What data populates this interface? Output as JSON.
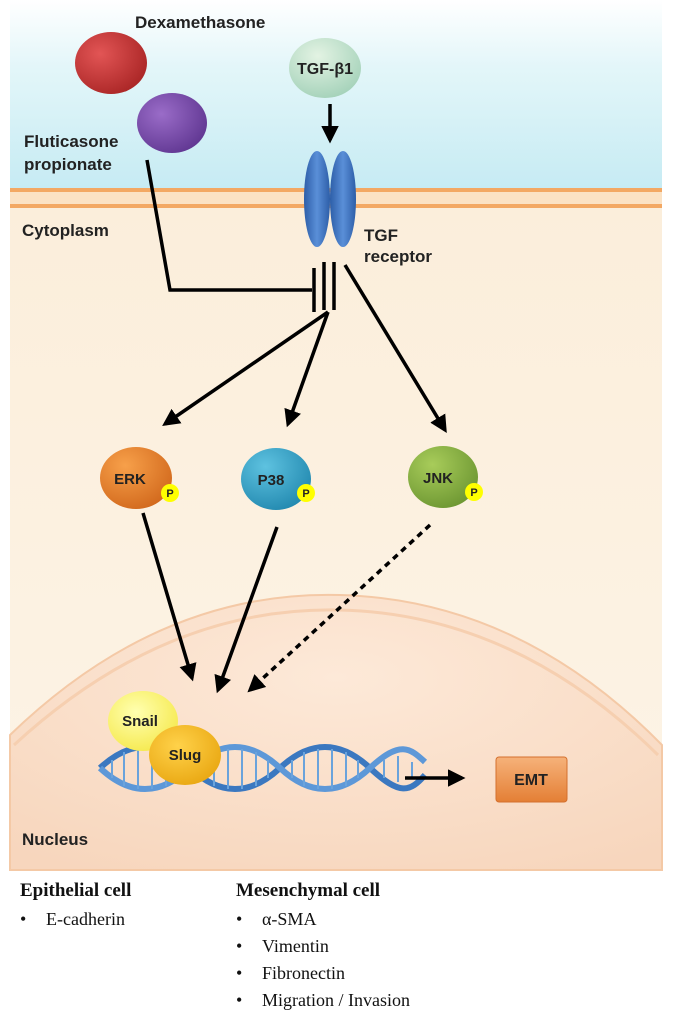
{
  "labels": {
    "dexamethasone": "Dexamethasone",
    "fluticasone_1": "Fluticasone",
    "fluticasone_2": "propionate",
    "tgf_beta1": "TGF-β1",
    "cytoplasm": "Cytoplasm",
    "tgf_receptor_1": "TGF",
    "tgf_receptor_2": "receptor",
    "erk": "ERK",
    "p38": "P38",
    "jnk": "JNK",
    "phospho": "P",
    "snail": "Snail",
    "slug": "Slug",
    "emt": "EMT",
    "nucleus": "Nucleus"
  },
  "legend": {
    "epithelial": {
      "title": "Epithelial cell",
      "items": [
        "E-cadherin"
      ]
    },
    "mesenchymal": {
      "title": "Mesenchymal cell",
      "items": [
        "α-SMA",
        "Vimentin",
        "Fibronectin",
        "Migration / Invasion"
      ]
    }
  },
  "colors": {
    "extracellular": "#cdeef5",
    "cytoplasm": "#fcefd9",
    "membrane": "#f3a863",
    "nucleus": "#f8dcc4",
    "dexamethasone": "#cc3333",
    "fluticasone": "#7a4aa8",
    "tgf_beta1": "#b8dcc4",
    "receptor": "#3f6fb8",
    "erk": "#e67e22",
    "p38": "#2a9fc4",
    "jnk": "#7fa83a",
    "phospho": "#ffff00",
    "snail": "#fbf36c",
    "slug": "#f3b915",
    "emt": "#ef9a55"
  }
}
